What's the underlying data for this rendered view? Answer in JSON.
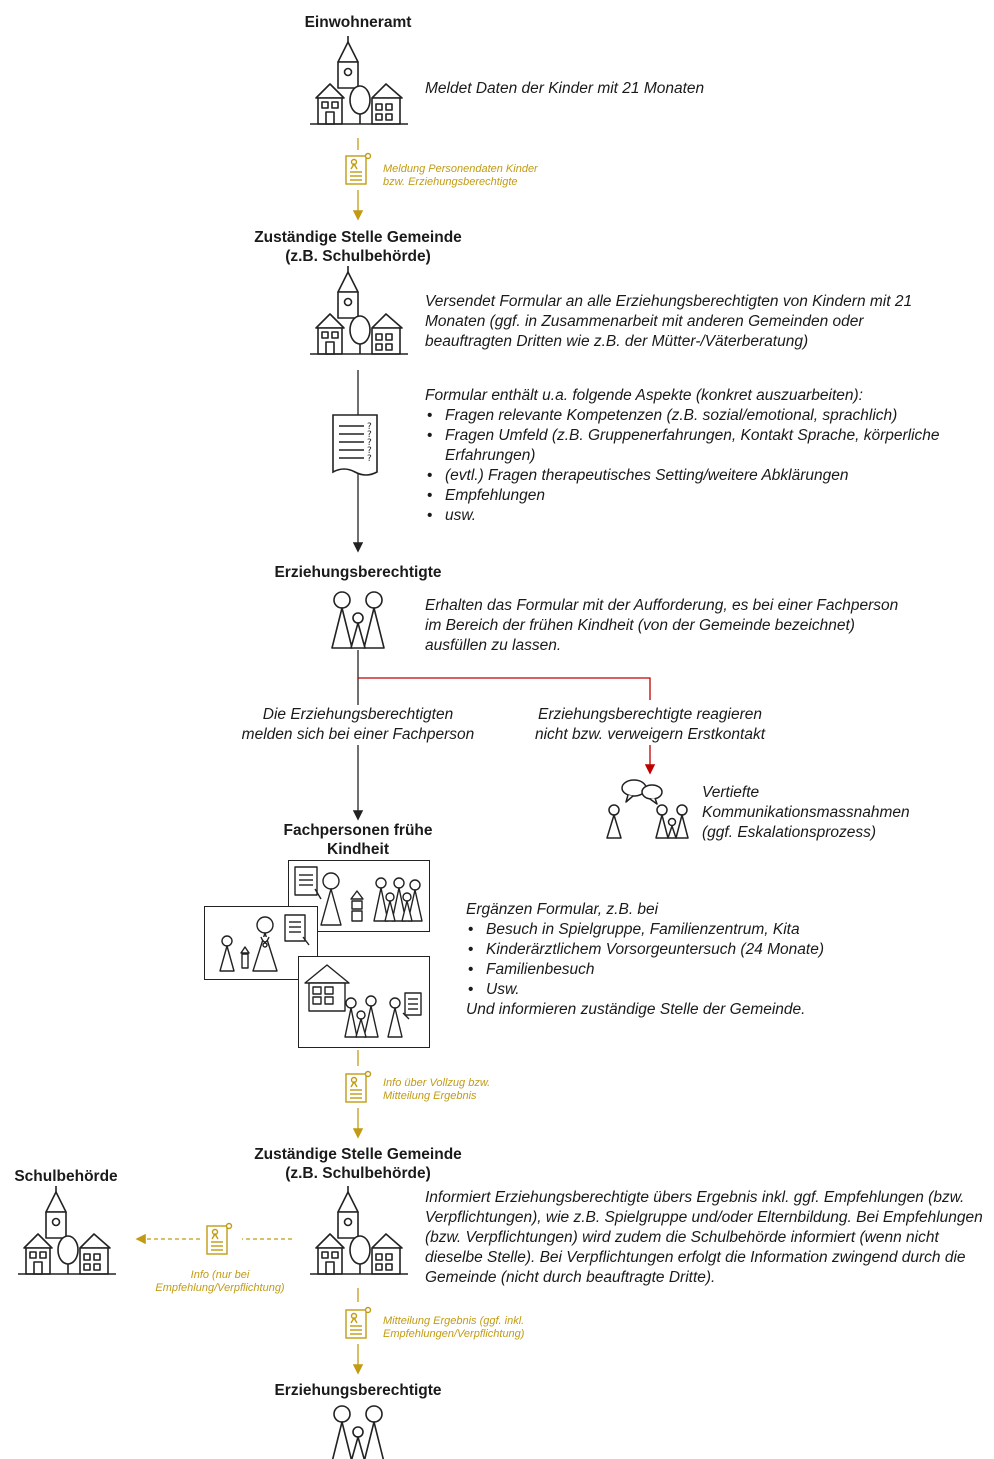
{
  "colors": {
    "gold": "#c29b14",
    "red": "#c00000",
    "ink": "#222222"
  },
  "nodes": {
    "einwohneramt": {
      "title": "Einwohneramt",
      "desc": "Meldet Daten der Kinder mit 21 Monaten"
    },
    "gemeinde1": {
      "title_l1": "Zuständige Stelle Gemeinde",
      "title_l2": "(z.B. Schulbehörde)",
      "desc": "Versendet Formular an alle Erziehungsberechtigten von Kindern mit 21 Monaten (ggf. in Zusammenarbeit mit anderen Gemeinden oder beauftragten Dritten wie z.B. der Mütter-/Väterberatung)"
    },
    "formular": {
      "intro": "Formular enthält u.a. folgende Aspekte (konkret auszuarbeiten):",
      "items": [
        "Fragen relevante Kompetenzen (z.B. sozial/emotional, sprachlich)",
        "Fragen Umfeld (z.B. Gruppenerfahrungen, Kontakt Sprache, körperliche Erfahrungen)",
        "(evtl.) Fragen therapeutisches Setting/weitere Abklärungen",
        "Empfehlungen",
        "usw."
      ]
    },
    "eltern1": {
      "title": "Erziehungsberechtigte",
      "desc": "Erhalten das Formular mit der Aufforderung, es bei einer Fachperson im Bereich der frühen Kindheit (von der Gemeinde bezeichnet) ausfüllen zu lassen."
    },
    "branch_left": {
      "l1": "Die Erziehungsberechtigten",
      "l2": "melden sich bei einer Fachperson"
    },
    "branch_right": {
      "l1": "Erziehungsberechtigte reagieren",
      "l2": "nicht bzw. verweigern Erstkontakt"
    },
    "vertiefte": {
      "l1": "Vertiefte",
      "l2": "Kommunikationsmassnahmen",
      "l3": "(ggf. Eskalationsprozess)"
    },
    "fachpersonen": {
      "title_l1": "Fachpersonen frühe",
      "title_l2": "Kindheit",
      "intro": "Ergänzen Formular, z.B. bei",
      "items": [
        "Besuch in Spielgruppe, Familienzentrum, Kita",
        "Kinderärztlichem Vorsorgeuntersuch (24 Monate)",
        "Familienbesuch",
        "Usw."
      ],
      "outro": "Und informieren zuständige Stelle der Gemeinde."
    },
    "gemeinde2": {
      "title_l1": "Zuständige Stelle Gemeinde",
      "title_l2": "(z.B. Schulbehörde)",
      "desc": "Informiert Erziehungsberechtigte übers Ergebnis inkl. ggf. Empfehlungen (bzw. Verpflichtungen), wie z.B. Spielgruppe und/oder Elternbildung. Bei Empfehlungen (bzw. Verpflichtungen) wird zudem die Schulbehörde informiert (wenn nicht dieselbe Stelle). Bei Verpflichtungen erfolgt die Information zwingend durch die Gemeinde (nicht durch beauftragte Dritte)."
    },
    "schulbehoerde": {
      "title": "Schulbehörde"
    },
    "eltern2": {
      "title": "Erziehungsberechtigte"
    }
  },
  "flows": {
    "meldung": {
      "l1": "Meldung Personendaten Kinder",
      "l2": "bzw. Erziehungsberechtigte"
    },
    "info_vollzug": {
      "l1": "Info über Vollzug bzw.",
      "l2": "Mitteilung Ergebnis"
    },
    "info_schulbehoerde": {
      "l1": "Info (nur bei",
      "l2": "Empfehlung/Verpflichtung)"
    },
    "mitteilung": {
      "l1": "Mitteilung Ergebnis (ggf. inkl.",
      "l2": "Empfehlungen/Verpflichtung)"
    }
  }
}
